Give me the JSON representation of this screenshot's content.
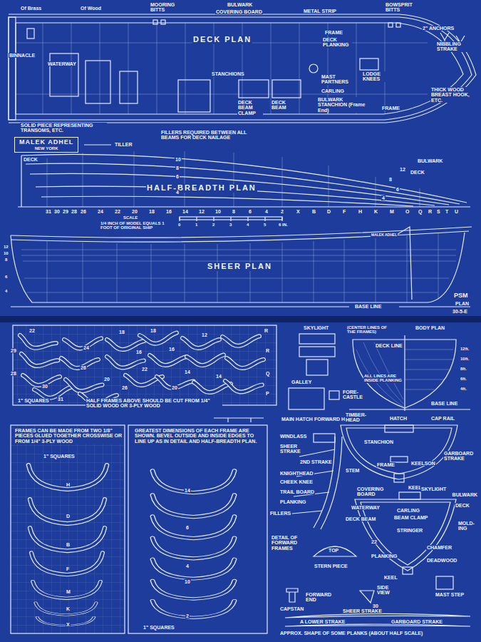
{
  "diagram": {
    "nodes": [
      {
        "text": [
          "MALEK ADHEL",
          "NEW YORK"
        ]
      }
    ],
    "labels": [
      "Of Brass",
      "Of Wood",
      "BINNACLE",
      "MOORING BITTS",
      "BULWARK",
      "COVERING BOARD",
      "METAL STRIP",
      "BOWSPRIT BITTS",
      "2\" ANCHORS",
      "NIBBLING STRAKE",
      "FRAME",
      "WATERWAY",
      "DECK PLAN",
      "DECK PLANKING",
      "STANCHIONS",
      "MAST PARTNERS",
      "CARLING",
      "LODGE KNEES",
      "BULWARK STANCHION (Frame End)",
      "DECK BEAM CLAMP",
      "DECK BEAM",
      "THICK WOOD BREAST HOOK, ETC.",
      "FRAME",
      "SOLID PIECE REPRESENTING TRANSOMS, ETC.",
      "FILLERS REQUIRED BETWEEN ALL BEAMS FOR DECK NAILAGE",
      "TILLER",
      "DECK",
      "BULWARK",
      "DECK",
      "HALF-BREADTH PLAN",
      "10",
      "8",
      "6",
      "4",
      "12",
      "8",
      "6",
      "4",
      "31",
      "30",
      "29",
      "28",
      "26",
      "24",
      "22",
      "20",
      "18",
      "16",
      "14",
      "12",
      "10",
      "8",
      "6",
      "4",
      "2",
      "X",
      "B",
      "D",
      "F",
      "H",
      "K",
      "M",
      "O",
      "Q",
      "R",
      "S",
      "T",
      "U",
      "SCALE",
      "1/4 INCH OF MODEL EQUALS 1 FOOT OF ORIGINAL SHIP",
      "0",
      "1",
      "2",
      "3",
      "4",
      "5",
      "6 IN.",
      "MALEK ADHEL",
      "12",
      "10",
      "8",
      "6",
      "4",
      "SHEER PLAN",
      "BASE LINE",
      "PSM",
      "PLAN",
      "30-5-E",
      "22",
      "29",
      "28",
      "30",
      "31",
      "24",
      "26",
      "24",
      "18",
      "20",
      "16",
      "18",
      "16",
      "14",
      "22",
      "20",
      "12",
      "R",
      "R",
      "Q",
      "14",
      "P",
      "26",
      "1\" SQUARES",
      "HALF FRAMES ABOVE SHOULD BE CUT FROM 1/4\" SOLID WOOD OR 3-PLY WOOD",
      "SKYLIGHT",
      "GALLEY",
      "FORE-CASTLE",
      "MAIN HATCH",
      "FORWARD HATCH",
      "(CENTER LINES OF THE FRAMES)",
      "BODY PLAN",
      "DECK LINE",
      "12ft.",
      "10ft.",
      "8ft.",
      "6ft.",
      "4ft.",
      "ALL LINES ARE INSIDE PLANKING",
      "BASE LINE",
      "TIMBER-HEAD",
      "HATCH",
      "CAP RAIL",
      "STANCHION",
      "FRAME",
      "KEELSON",
      "GARBOARD STRAKE",
      "KEEL",
      "SHEER STRAKE",
      "2ND STRAKE",
      "WINDLASS",
      "KNIGHTHEAD",
      "CHEEK KNEE",
      "STEM",
      "TRAIL BOARD",
      "PLANKING",
      "FILLERS",
      "DETAIL OF FORWARD FRAMES",
      "COVERING BOARD",
      "SKYLIGHT",
      "BULWARK",
      "DECK",
      "WATERWAY",
      "CARLING",
      "BEAM CLAMP",
      "DECK BEAM",
      "STRINGER",
      "MOLD-ING",
      "22",
      "CHAMFER",
      "PLANKING",
      "DEADWOOD",
      "KEEL",
      "TOP",
      "STERN PIECE",
      "SIDE VIEW",
      "FORWARD END",
      "CAPSTAN",
      "30",
      "MAST STEP",
      "SHEER STRAKE",
      "A LOWER STRAKE",
      "GARBOARD STRAKE",
      "APPROX. SHAPE OF SOME PLANKS (ABOUT HALF SCALE)",
      "FRAMES CAN BE MADE FROM TWO 1/8\" PIECES GLUED TOGETHER CROSSWISE OR FROM 1/4\" 3-PLY WOOD",
      "1\" SQUARES",
      "H",
      "D",
      "B",
      "F",
      "M",
      "K",
      "X",
      "GREATEST DIMENSIONS OF EACH FRAME ARE SHOWN. BEVEL OUTSIDE AND INSIDE EDGES TO LINE UP AS IN DETAIL AND HALF-BREADTH PLAN.",
      "14",
      "6",
      "4",
      "10",
      "2",
      "1\" SQUARES"
    ]
  }
}
